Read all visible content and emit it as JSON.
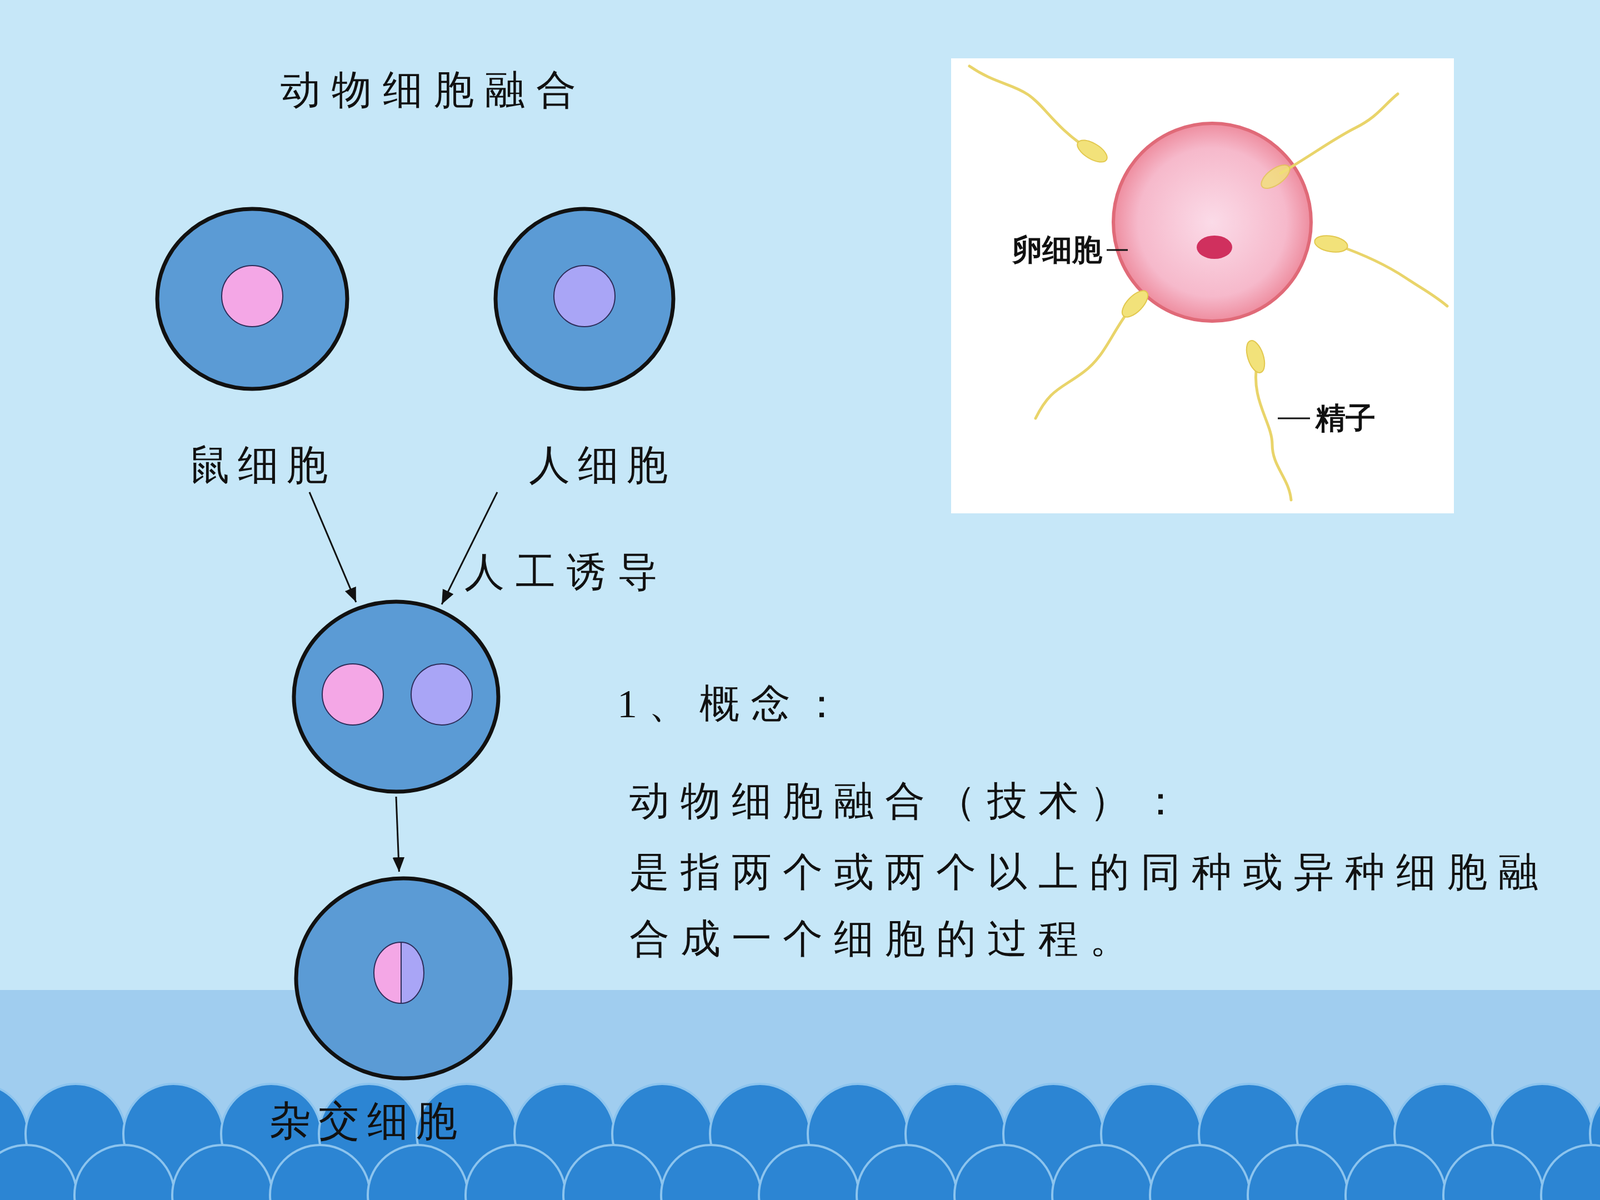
{
  "diagram": {
    "title": "动物细胞融合",
    "nodes": [
      {
        "text": [
          "鼠细胞"
        ]
      },
      {
        "text": [
          "人细胞"
        ]
      },
      {
        "text": []
      },
      {
        "text": [
          "杂交细胞"
        ]
      }
    ],
    "edges": [
      {
        "from": 0,
        "to": 2,
        "arrow": "to"
      },
      {
        "from": 1,
        "to": 2,
        "label": "人工诱导",
        "arrow": "to"
      },
      {
        "from": 2,
        "to": 3,
        "arrow": "to"
      }
    ],
    "labels": [
      "1、概念：",
      "动物细胞融合（技术）：",
      "是指两个或两个以上的同种或异种细胞融合成一个细胞的过程。",
      "卵细胞",
      "精子"
    ]
  }
}
